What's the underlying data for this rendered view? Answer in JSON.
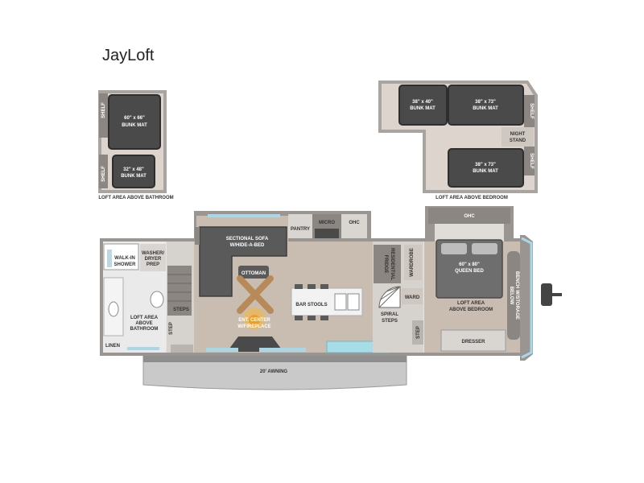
{
  "title": "JayLoft",
  "loft_bath": {
    "caption": "LOFT AREA ABOVE BATHROOM",
    "shelf_top": "SHELF",
    "shelf_bottom": "SHELF",
    "bunk1_size": "60\" x 66\"",
    "bunk1_label": "BUNK MAT",
    "bunk2_size": "32\" x 48\"",
    "bunk2_label": "BUNK MAT"
  },
  "loft_bed": {
    "caption": "LOFT AREA ABOVE BEDROOM",
    "bunk1_size": "38\" x 40\"",
    "bunk1_label": "BUNK MAT",
    "bunk2_size": "38\" x 73\"",
    "bunk2_label": "BUNK MAT",
    "bunk3_size": "38\" x 73\"",
    "bunk3_label": "BUNK MAT",
    "shelf_top": "SHELF",
    "shelf_bottom": "SHELF",
    "night1": "NIGHT",
    "night2": "STAND"
  },
  "main": {
    "walk_in1": "WALK-IN",
    "walk_in2": "SHOWER",
    "washer1": "WASHER/",
    "washer2": "DRYER",
    "washer3": "PREP",
    "loft_bath1": "LOFT AREA",
    "loft_bath2": "ABOVE",
    "loft_bath3": "BATHROOM",
    "linen": "LINEN",
    "steps": "STEPS",
    "step_left": "STEP",
    "sofa1": "SECTIONAL SOFA",
    "sofa2": "W/HIDE-A-BED",
    "ottoman": "OTTOMAN",
    "pantry": "PANTRY",
    "micro": "MICRO",
    "ohc_kitchen": "OHC",
    "bar_stools": "BAR STOOLS",
    "ent1": "ENT. CENTER",
    "ent2": "W/FIREPLACE",
    "fridge1": "RESIDENTIAL",
    "fridge2": "FRIDGE",
    "wardrobe": "WARDROBE",
    "ward": "WARD",
    "spiral1": "SPIRAL",
    "spiral2": "STEPS",
    "step_right": "STEP",
    "ohc_bed": "OHC",
    "bed_size": "60\" x 80\"",
    "bed_label": "QUEEN BED",
    "loft_bed1": "LOFT AREA",
    "loft_bed2": "ABOVE BEDROOM",
    "bench1": "BENCH W/STORAGE",
    "bench2": "BELOW",
    "dresser": "DRESSER",
    "awning": "20' AWNING"
  }
}
